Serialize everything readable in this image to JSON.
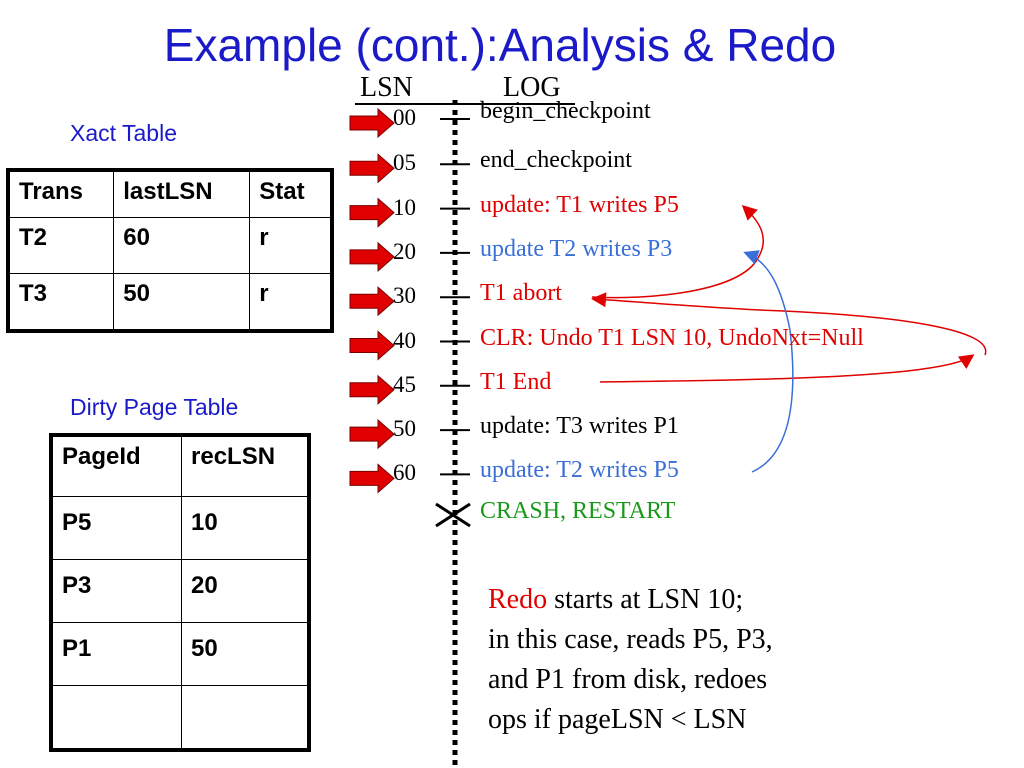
{
  "title": "Example (cont.):Analysis & Redo",
  "xact_table": {
    "label": "Xact Table",
    "headers": [
      "Trans",
      "lastLSN",
      "Stat"
    ],
    "rows": [
      [
        "T2",
        "60",
        "r"
      ],
      [
        "T3",
        "50",
        "r"
      ]
    ]
  },
  "dirty_page_table": {
    "label": "Dirty Page Table",
    "headers": [
      "PageId",
      "recLSN"
    ],
    "rows": [
      [
        "P5",
        "10"
      ],
      [
        "P3",
        "20"
      ],
      [
        "P1",
        "50"
      ],
      [
        "",
        ""
      ]
    ]
  },
  "log": {
    "lsn_header": "LSN",
    "log_header": "LOG",
    "entries": [
      {
        "lsn": "00",
        "text": "begin_checkpoint",
        "color": "#000000"
      },
      {
        "lsn": "05",
        "text": " end_checkpoint",
        "color": "#000000"
      },
      {
        "lsn": "10",
        "text": "update: T1 writes P5",
        "color": "#e00000"
      },
      {
        "lsn": "20",
        "text": "update T2 writes P3",
        "color": "#3a6fd8"
      },
      {
        "lsn": "30",
        "text": "T1 abort",
        "color": "#e00000"
      },
      {
        "lsn": "40",
        "text": "CLR: Undo T1 LSN 10, UndoNxt=Null",
        "color": "#e00000"
      },
      {
        "lsn": "45",
        "text": "T1 End",
        "color": "#e00000"
      },
      {
        "lsn": "50",
        "text": "update: T3 writes P1",
        "color": "#000000"
      },
      {
        "lsn": "60",
        "text": "update: T2 writes P5",
        "color": "#3a6fd8"
      }
    ],
    "crash": {
      "text": "CRASH, RESTART",
      "color": "#1a9a1a"
    }
  },
  "note": {
    "highlight": "Redo",
    "line1_rest": " starts at LSN 10;",
    "line2": "in this case, reads P5, P3,",
    "line3": "and P1 from disk, redoes",
    "line4": "ops if pageLSN < LSN"
  },
  "colors": {
    "title": "#1a1ac8",
    "arrow": "#e00000",
    "red": "#e00000",
    "blue": "#3a6fd8",
    "green": "#1a9a1a"
  }
}
